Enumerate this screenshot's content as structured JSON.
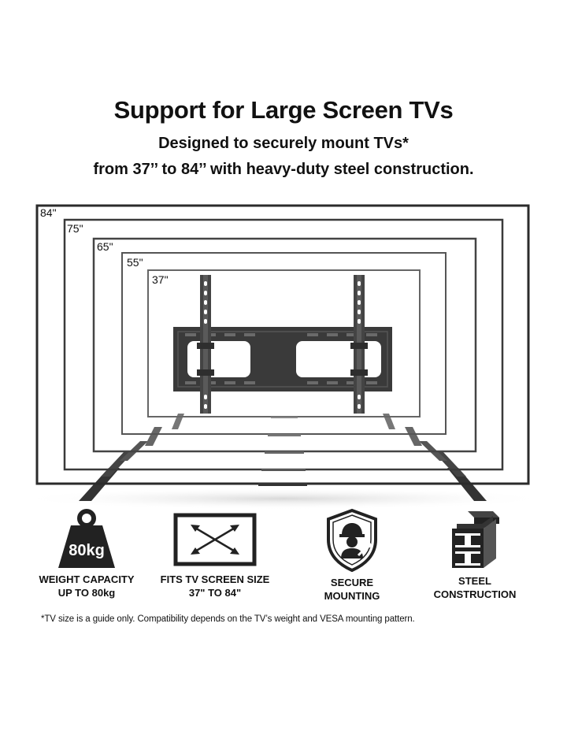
{
  "header": {
    "title": "Support for Large Screen TVs",
    "subtitle_line1": "Designed to securely mount TVs*",
    "subtitle_line2": "from 37’’ to 84’’ with heavy-duty steel construction."
  },
  "tv_sizes": [
    "84\"",
    "75\"",
    "65\"",
    "55\"",
    "37\""
  ],
  "features": [
    {
      "icon": "weight-icon",
      "icon_text": "80kg",
      "line1": "WEIGHT CAPACITY",
      "line2": "UP TO 80kg"
    },
    {
      "icon": "screen-size-arrows-icon",
      "line1": "FITS TV SCREEN SIZE",
      "line2": "37\" TO 84\""
    },
    {
      "icon": "shield-worker-icon",
      "line1": "SECURE",
      "line2": "MOUNTING"
    },
    {
      "icon": "steel-beams-icon",
      "line1": "STEEL",
      "line2": "CONSTRUCTION"
    }
  ],
  "footnote": "*TV size is a guide only. Compatibility depends on the TV’s weight and VESA mounting pattern.",
  "colors": {
    "text": "#111111",
    "tv_frame": "#2b2b2b",
    "mount": "#3a3a3a",
    "background": "#ffffff"
  }
}
